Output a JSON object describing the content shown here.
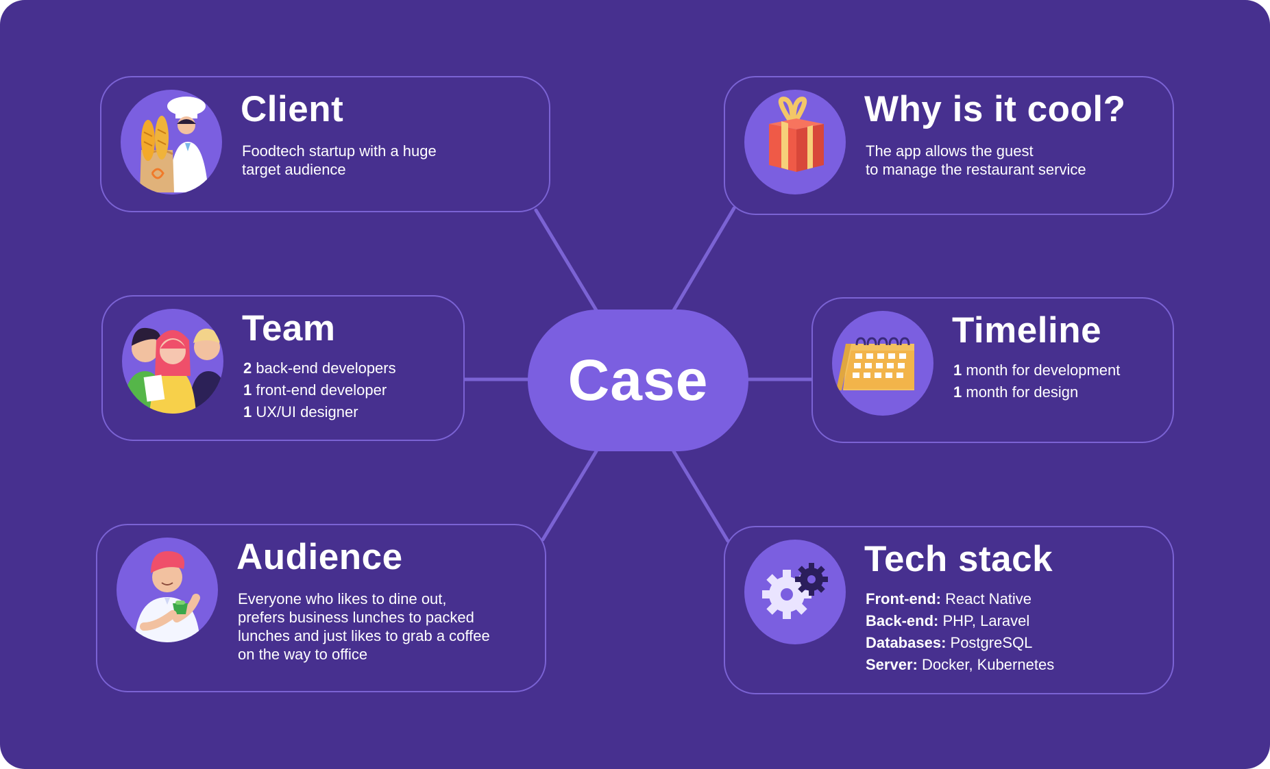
{
  "center": {
    "label": "Case"
  },
  "cards": {
    "client": {
      "title": "Client",
      "lines": [
        "Foodtech startup with a huge",
        "target audience"
      ]
    },
    "why": {
      "title": "Why is it cool?",
      "lines": [
        "The app allows the guest",
        "to manage the restaurant service"
      ]
    },
    "team": {
      "title": "Team",
      "items": [
        {
          "num": "2",
          "text": "back-end developers"
        },
        {
          "num": "1",
          "text": "front-end developer"
        },
        {
          "num": "1",
          "text": "UX/UI designer"
        }
      ]
    },
    "timeline": {
      "title": "Timeline",
      "items": [
        {
          "num": "1",
          "text": "month for development"
        },
        {
          "num": "1",
          "text": "month for design"
        }
      ]
    },
    "audience": {
      "title": "Audience",
      "lines": [
        "Everyone who likes to dine out,",
        "prefers business lunches to packed",
        "lunches and just likes to grab a coffee",
        "on the way to office"
      ]
    },
    "tech": {
      "title": "Tech stack",
      "items": [
        {
          "label": "Front-end:",
          "value": "React Native"
        },
        {
          "label": "Back-end:",
          "value": "PHP, Laravel"
        },
        {
          "label": "Databases:",
          "value": "PostgreSQL"
        },
        {
          "label": "Server:",
          "value": "Docker, Kubernetes"
        }
      ]
    }
  },
  "icons": {
    "client": "chef-with-bread-icon",
    "why": "gift-box-icon",
    "team": "team-people-icon",
    "timeline": "calendar-icon",
    "audience": "man-with-coffee-icon",
    "tech": "gears-icon"
  },
  "colors": {
    "background": "#47308f",
    "card_border": "#7b63d4",
    "accent": "#7b5fe0",
    "text": "#ffffff"
  }
}
